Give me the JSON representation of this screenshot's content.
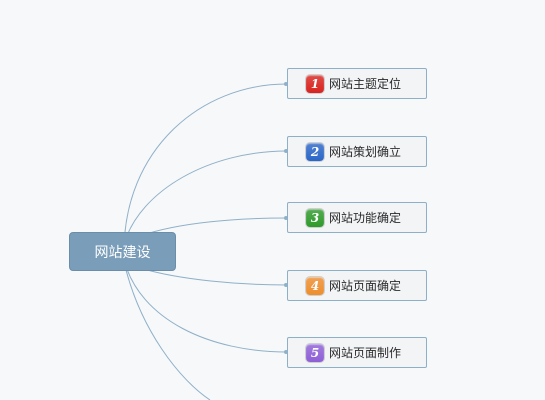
{
  "root": {
    "label": "网站建设"
  },
  "branches": [
    {
      "number": "1",
      "label": "网站主题定位",
      "color": "#d9231e"
    },
    {
      "number": "2",
      "label": "网站策划确立",
      "color": "#2b66c8"
    },
    {
      "number": "3",
      "label": "网站功能确定",
      "color": "#2e9a2a"
    },
    {
      "number": "4",
      "label": "网站页面确定",
      "color": "#ee8d2c"
    },
    {
      "number": "5",
      "label": "网站页面制作",
      "color": "#8d5fd6"
    }
  ],
  "connector_color": "#8fb0c9"
}
